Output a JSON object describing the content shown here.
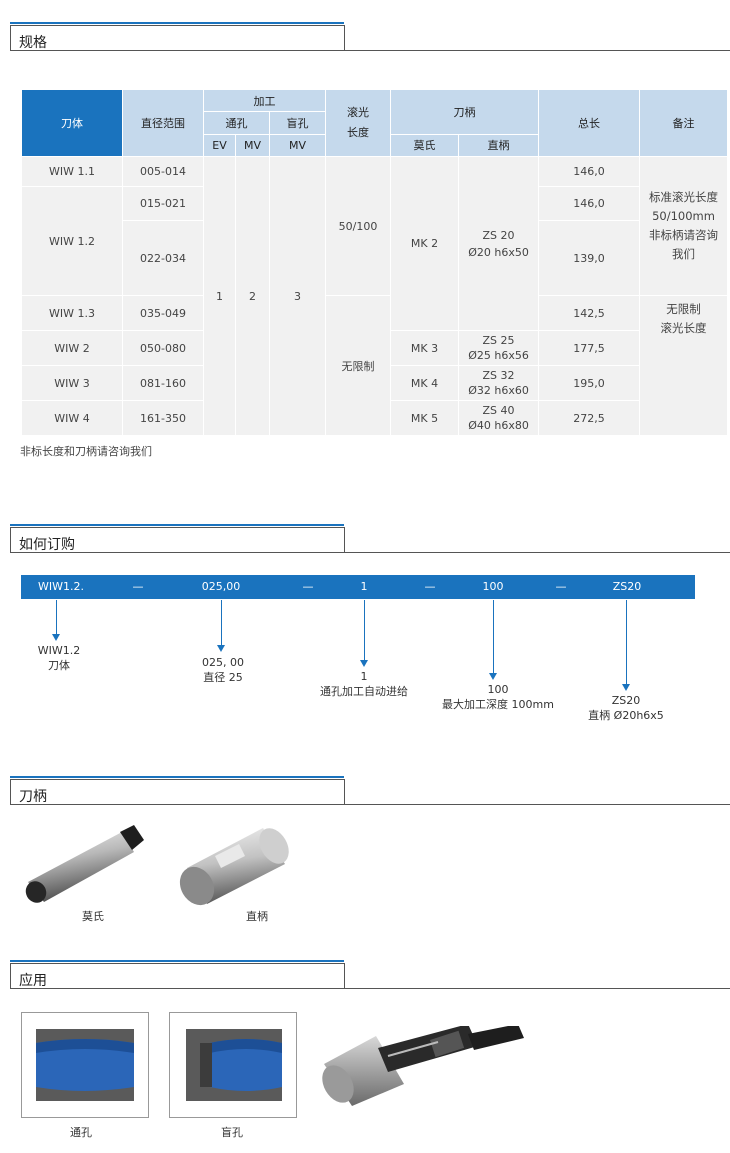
{
  "sections": {
    "spec": "规格",
    "order": "如何订购",
    "shank": "刀柄",
    "application": "应用"
  },
  "spec_table": {
    "headers": {
      "body": "刀体",
      "diameter_range": "直径范围",
      "machining": "加工",
      "through_hole": "通孔",
      "blind_hole": "盲孔",
      "ev": "EV",
      "mv1": "MV",
      "mv2": "MV",
      "roller_length": "滚光\n长度",
      "shank": "刀柄",
      "morse": "莫氏",
      "straight": "直柄",
      "total_length": "总长",
      "remark": "备注"
    },
    "rows": [
      {
        "body": "WIW 1.1",
        "range": "005-014",
        "total": "146,0"
      },
      {
        "body": "WIW 1.2",
        "range": "015-021",
        "total": "146,0"
      },
      {
        "body": "",
        "range": "022-034",
        "total": "139,0"
      },
      {
        "body": "WIW 1.3",
        "range": "035-049",
        "total": "142,5"
      },
      {
        "body": "WIW 2",
        "range": "050-080",
        "morse": "MK 3",
        "straight": "ZS 25\nØ25 h6x56",
        "total": "177,5"
      },
      {
        "body": "WIW 3",
        "range": "081-160",
        "morse": "MK 4",
        "straight": "ZS 32\nØ32 h6x60",
        "total": "195,0"
      },
      {
        "body": "WIW 4",
        "range": "161-350",
        "morse": "MK 5",
        "straight": "ZS 40\nØ40 h6x80",
        "total": "272,5"
      }
    ],
    "ev_value": "1",
    "mv_through_value": "2",
    "mv_blind_value": "3",
    "roller_std": "50/100",
    "roller_unlimited": "无限制",
    "shank_group_morse": "MK 2",
    "shank_group_straight": "ZS 20\nØ20 h6x50",
    "remark_std": "标准滚光长度\n50/100mm\n非标柄请咨询\n我们",
    "remark_unlimited": "无限制\n滚光长度"
  },
  "note": "非标长度和刀柄请咨询我们",
  "order": {
    "bar": [
      "WIW1.2.",
      "—",
      "025,00",
      "—",
      "1",
      "—",
      "100",
      "—",
      "ZS20"
    ],
    "labels": [
      {
        "l1": "WIW1.2",
        "l2": "刀体"
      },
      {
        "l1": "025, 00",
        "l2": "直径 25"
      },
      {
        "l1": "1",
        "l2": "通孔加工自动进给"
      },
      {
        "l1": "100",
        "l2": "最大加工深度 100mm"
      },
      {
        "l1": "ZS20",
        "l2": "直柄 Ø20h6x5"
      }
    ]
  },
  "shank_captions": {
    "morse": "莫氏",
    "straight": "直柄"
  },
  "app_captions": {
    "through": "通孔",
    "blind": "盲孔"
  },
  "colors": {
    "accent": "#1a73be",
    "header_bg": "#c5d9ec",
    "cell_bg": "#f1f1f1"
  }
}
